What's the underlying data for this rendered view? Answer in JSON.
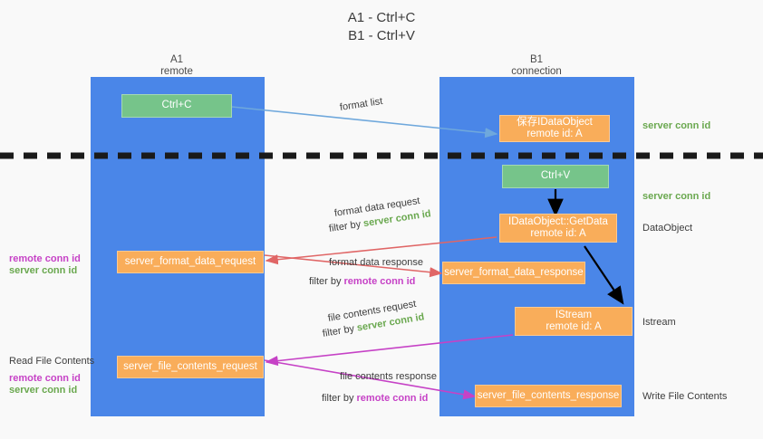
{
  "title": {
    "line1": "A1 - Ctrl+C",
    "line2": "B1 - Ctrl+V"
  },
  "columns": [
    {
      "name": "A1",
      "role": "remote"
    },
    {
      "name": "B1",
      "role": "connection"
    }
  ],
  "colors": {
    "lane": "#4a86e8",
    "orange_box": "#f9ad5a",
    "green_box": "#76c48a",
    "server_conn_id": "#6aa84f",
    "remote_conn_id": "#c642c6",
    "arrow_blue": "#6fa8dc",
    "arrow_red": "#e06666",
    "arrow_magenta": "#c642c6",
    "arrow_black": "#000000",
    "background": "#f9f9f9"
  },
  "boxes": {
    "ctrl_c": "Ctrl+C",
    "ctrl_v": "Ctrl+V",
    "store_dataobject_l1": "保存IDataObject",
    "store_dataobject_l2": "remote id: A",
    "getdata_l1": "IDataObject::GetData",
    "getdata_l2": "remote id: A",
    "istream_l1": "IStream",
    "istream_l2": "remote id: A",
    "server_format_data_request": "server_format_data_request",
    "server_format_data_response": "server_format_data_response",
    "server_file_contents_request": "server_file_contents_request",
    "server_file_contents_response": "server_file_contents_response"
  },
  "arrow_labels": {
    "format_list": "format list",
    "format_data_request": "format data request",
    "format_data_request_filter_prefix": "filter by ",
    "format_data_request_filter_value": "server conn id",
    "format_data_response": "format data response",
    "format_data_response_filter_prefix": "filter by ",
    "format_data_response_filter_value": "remote conn id",
    "file_contents_request": "file contents request",
    "file_contents_request_filter_prefix": "filter by ",
    "file_contents_request_filter_value": "server conn id",
    "file_contents_response": "file contents response",
    "file_contents_response_filter_prefix": "filter by ",
    "file_contents_response_filter_value": "remote conn id"
  },
  "right_labels": {
    "server_conn_id_top": "server conn id",
    "server_conn_id_mid": "server conn id",
    "dataobject": "DataObject",
    "istream": "Istream",
    "write_file_contents": "Write File Contents"
  },
  "left_labels": {
    "remote_conn_id_mid": "remote conn id",
    "server_conn_id_mid": "server conn id",
    "read_file_contents": "Read File Contents",
    "remote_conn_id_bottom": "remote conn id",
    "server_conn_id_bottom": "server conn id"
  }
}
